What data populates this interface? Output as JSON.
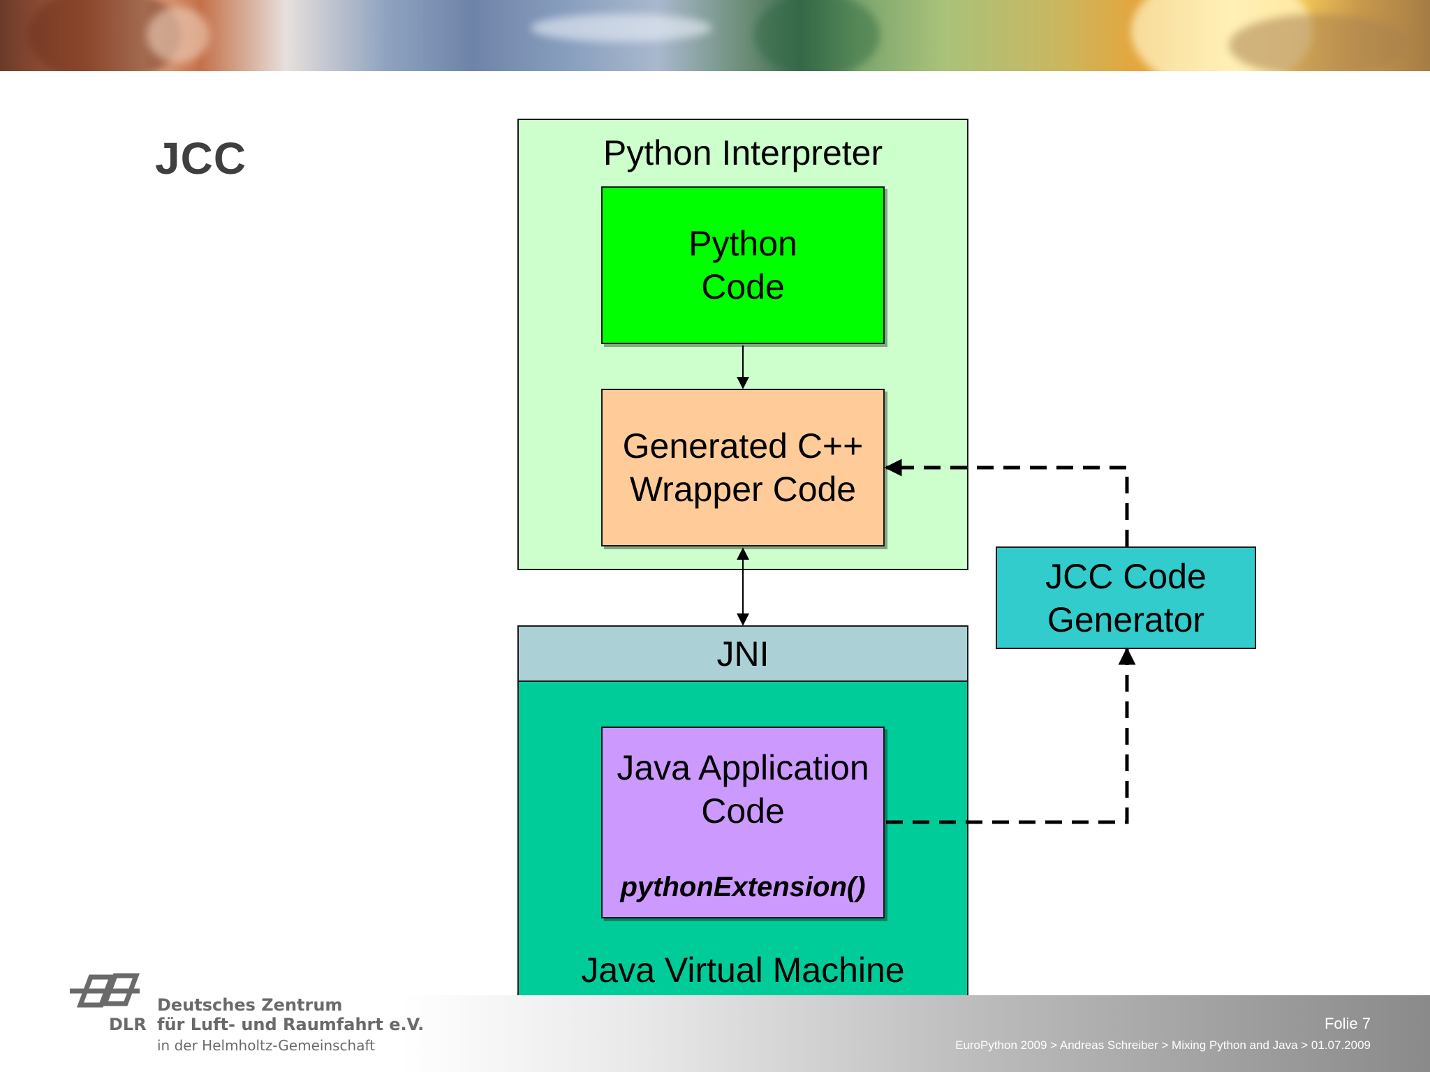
{
  "slide": {
    "title": "JCC"
  },
  "diagram": {
    "python_interpreter": "Python Interpreter",
    "python_code": "Python\nCode",
    "cpp_wrapper": "Generated C++\nWrapper Code",
    "jni": "JNI",
    "java_app": "Java Application\nCode",
    "python_extension": "pythonExtension()",
    "jvm": "Java Virtual Machine",
    "jcc_generator": "JCC Code\nGenerator"
  },
  "colors": {
    "python_interpreter": "#ccffcc",
    "python_code": "#00ff00",
    "cpp_wrapper": "#ffcc99",
    "jni": "#abd1d6",
    "jvm": "#00cc99",
    "java_app": "#cc99ff",
    "jcc_generator": "#33cccc"
  },
  "footer": {
    "org_line_1": "Deutsches Zentrum",
    "org_line_2": "für Luft- und Raumfahrt e.V.",
    "org_line_3": "in der Helmholtz-Gemeinschaft",
    "org_abbrev": "DLR",
    "slide_number": "Folie 7",
    "breadcrumb": "EuroPython 2009 > Andreas Schreiber > Mixing Python and Java > 01.07.2009"
  }
}
